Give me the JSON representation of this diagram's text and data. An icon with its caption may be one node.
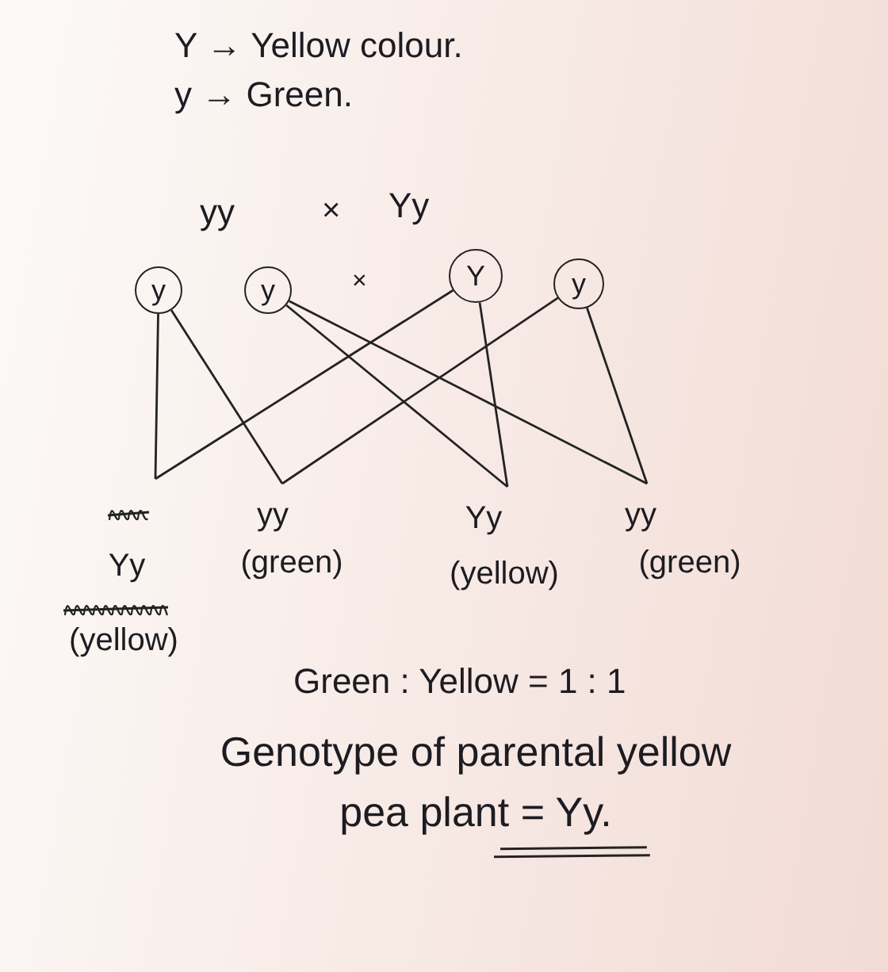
{
  "diagram": {
    "nodes": [
      {
        "text": [
          "y"
        ]
      },
      {
        "text": [
          "y"
        ]
      },
      {
        "text": [
          "Y"
        ]
      },
      {
        "text": [
          "y"
        ]
      },
      {
        "text": [
          "Yy",
          "(yellow)"
        ]
      },
      {
        "text": [
          "yy",
          "(green)"
        ]
      },
      {
        "text": [
          "Yy",
          "(yellow)"
        ]
      },
      {
        "text": [
          "yy",
          "(green)"
        ]
      }
    ],
    "edges": [
      {
        "from": 0,
        "to": 4,
        "arrow": "none"
      },
      {
        "from": 0,
        "to": 5,
        "arrow": "none"
      },
      {
        "from": 1,
        "to": 6,
        "arrow": "none"
      },
      {
        "from": 1,
        "to": 7,
        "arrow": "none"
      },
      {
        "from": 2,
        "to": 4,
        "arrow": "none"
      },
      {
        "from": 2,
        "to": 6,
        "arrow": "none"
      },
      {
        "from": 3,
        "to": 5,
        "arrow": "none"
      },
      {
        "from": 3,
        "to": 7,
        "arrow": "none"
      }
    ],
    "labels": [
      "Y → Yellow colour.",
      "y → Green.",
      "yy",
      "×",
      "Yy",
      "×",
      "Green : Yellow = 1 : 1",
      "Genotype of parental yellow pea plant = Yy."
    ]
  }
}
